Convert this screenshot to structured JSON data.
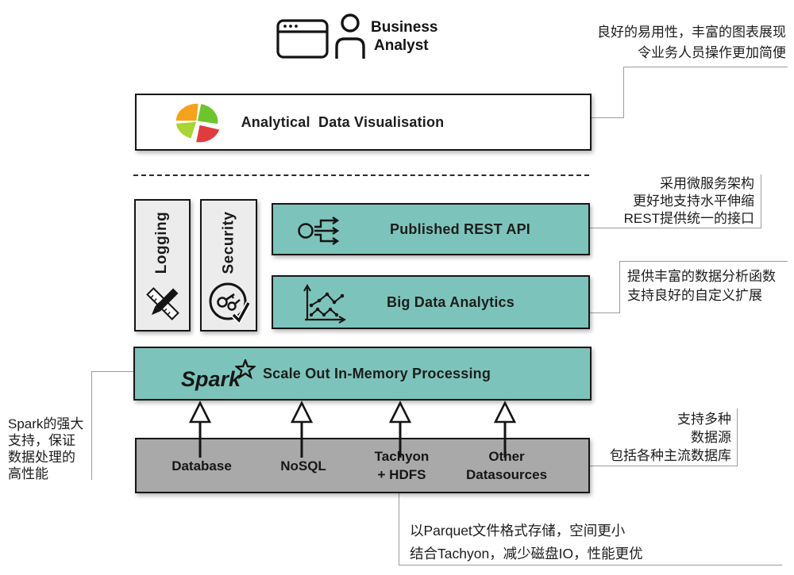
{
  "header": {
    "role_line1": "Business",
    "role_line2": "Analyst"
  },
  "layers": {
    "viz_label": "Analytical  Data Visualisation",
    "logging_label": "Logging",
    "security_label": "Security",
    "rest_label": "Published REST API",
    "analytics_label": "Big Data Analytics",
    "spark_logo": "Spark",
    "spark_label": "Scale Out In-Memory Processing"
  },
  "datasources": [
    {
      "line1": "Database",
      "line2": ""
    },
    {
      "line1": "NoSQL",
      "line2": ""
    },
    {
      "line1": "Tachyon",
      "line2": "+ HDFS"
    },
    {
      "line1": "Other",
      "line2": "Datasources"
    }
  ],
  "annotations": {
    "viz": {
      "line1": "良好的易用性，丰富的图表展现",
      "line2": "令业务人员操作更加简便"
    },
    "rest": {
      "line1": "采用微服务架构",
      "line2": "更好地支持水平伸缩",
      "line3": "REST提供统一的接口"
    },
    "analytics": {
      "line1": "提供丰富的数据分析函数",
      "line2": "支持良好的自定义扩展"
    },
    "spark": {
      "line1": "Spark的强大",
      "line2": "支持，保证",
      "line3": "数据处理的",
      "line4": "高性能"
    },
    "datasources": {
      "line1": "支持多种",
      "line2": "数据源",
      "line3": "包括各种主流数据库"
    },
    "storage": {
      "line1": "以Parquet文件格式存储，空间更小",
      "line2": "结合Tachyon，减少磁盘IO，性能更优"
    }
  },
  "colors": {
    "teal": "#7cc4bb",
    "gray_box": "#a9a9a9",
    "light_box": "#ececec",
    "callout_line": "#9c9c9c"
  }
}
